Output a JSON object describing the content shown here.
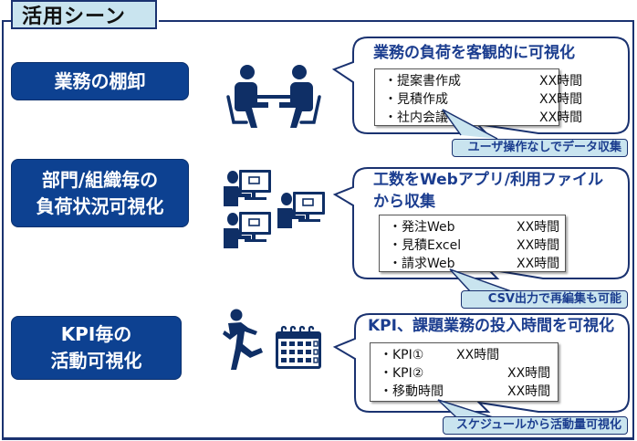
{
  "title": "活用シーン",
  "colors": {
    "frame": "#1a3270",
    "label_fill": "#0d4191",
    "tab_fill": "#c9e4ef",
    "icon": "#0f2f66",
    "heading_text": "#1b3d8f"
  },
  "scenes": [
    {
      "label_lines": [
        "業務の棚卸"
      ],
      "icon": "meeting-icon",
      "bubble": {
        "title_lines": [
          "業務の負荷を客観的に可視化"
        ],
        "rows": [
          {
            "item": "・提案書作成",
            "hours": "XX時間"
          },
          {
            "item": "・見積作成",
            "hours": "XX時間"
          },
          {
            "item": "・社内会議",
            "hours": "XX時間"
          }
        ],
        "callout": "ユーザ操作なしでデータ収集"
      }
    },
    {
      "label_lines": [
        "部門/組織毎の",
        "負荷状況可視化"
      ],
      "icon": "computer-users-icon",
      "bubble": {
        "title_lines": [
          "工数をWebアプリ/利用ファイル",
          "から収集"
        ],
        "rows": [
          {
            "item": "・発注Web",
            "hours": "XX時間"
          },
          {
            "item": "・見積Excel",
            "hours": "XX時間"
          },
          {
            "item": "・請求Web",
            "hours": "XX時間"
          }
        ],
        "callout": "CSV出力で再編集も可能"
      }
    },
    {
      "label_lines": [
        "KPI毎の",
        "活動可視化"
      ],
      "icon": "runner-calendar-icon",
      "bubble": {
        "title_lines": [
          "KPI、課題業務の投入時間を可視化"
        ],
        "rows": [
          {
            "item": "・KPI①",
            "hours": "XX時間"
          },
          {
            "item": "・KPI②",
            "hours": "XX時間"
          },
          {
            "item": "・移動時間",
            "hours": "XX時間"
          }
        ],
        "callout": "スケジュールから活動量可視化"
      }
    }
  ]
}
